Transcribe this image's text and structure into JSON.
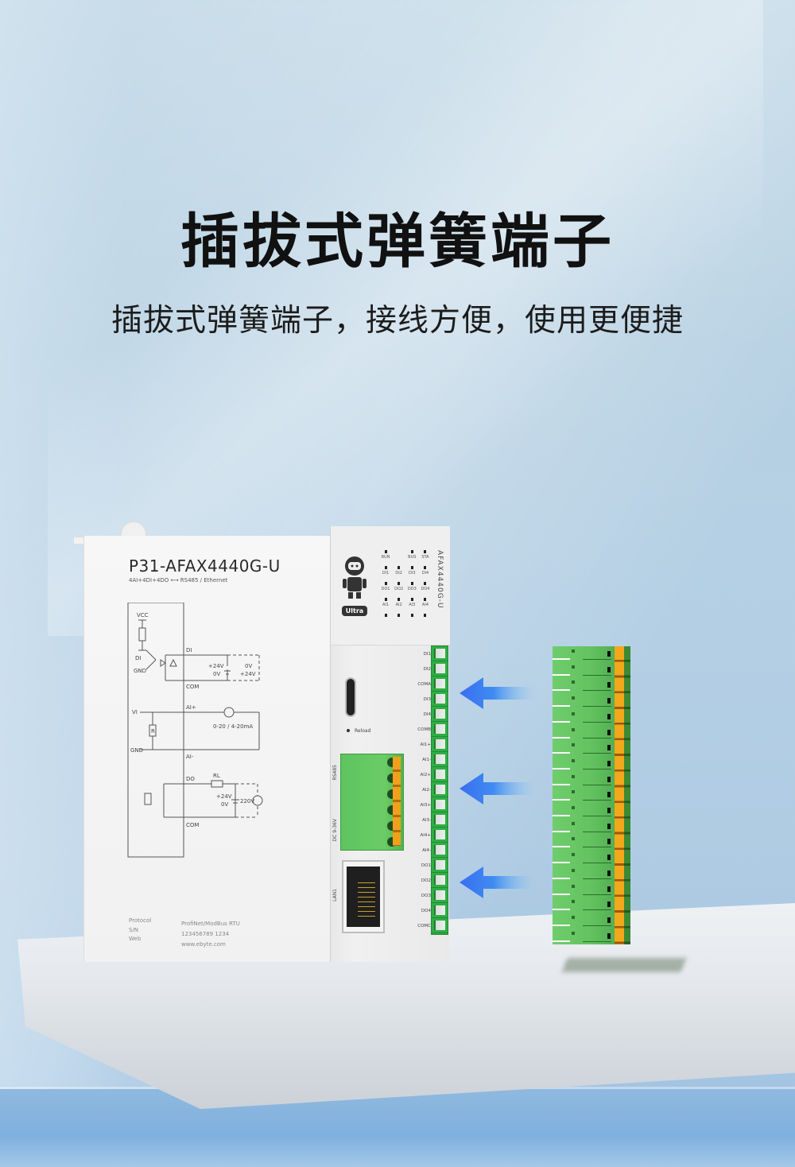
{
  "headline": "插拔式弹簧端子",
  "subline": "插拔式弹簧端子，接线方便，使用更便捷",
  "device": {
    "model": "P31-AFAX4440G-U",
    "model_subtitle": "4AI+4DI+4DO ⟷ RS485 / Ethernet",
    "side_model": "AFAX4440G-U",
    "brand_badge": "Ultra",
    "reload_label": "Reload",
    "rs485_label": "RS485",
    "dc_label": "DC 9-36V",
    "lan_label": "LAN1",
    "led_rows": [
      [
        "RUN",
        "",
        "BUS",
        "STA"
      ],
      [
        "DI1",
        "DI2",
        "DI3",
        "DI4"
      ],
      [
        "DO1",
        "DO2",
        "DO3",
        "DO4"
      ],
      [
        "AI1",
        "AI2",
        "AI3",
        "AI4"
      ],
      [
        "",
        "",
        "",
        ""
      ]
    ],
    "terminal_labels": [
      "DI1",
      "DI2",
      "COMA",
      "DI3",
      "DI4",
      "COMB",
      "AI1+",
      "AI1-",
      "AI2+",
      "AI2-",
      "AI3+",
      "AI3-",
      "AI4+",
      "AI4-",
      "DO1",
      "DO2",
      "DO3",
      "DO4",
      "COMC"
    ],
    "schematic": {
      "di": {
        "vcc": "VCC",
        "di": "DI",
        "gnd": "GND",
        "pin": "DI",
        "com": "COM",
        "v24a": "+24V",
        "v0a": "0V",
        "v0b": "0V",
        "v24b": "+24V"
      },
      "ai": {
        "vi": "VI",
        "gnd": "GND",
        "r": "R",
        "ai_plus": "AI+",
        "ai_minus": "AI-",
        "range": "0-20 / 4-20mA"
      },
      "do": {
        "do": "DO",
        "rl": "RL",
        "com": "COM",
        "v24": "+24V",
        "v0": "0V",
        "ac": "220V"
      }
    },
    "info": [
      {
        "key": "Protocol",
        "value": "ProfiNet/ModBus RTU"
      },
      {
        "key": "S/N",
        "value": "123456789 1234"
      },
      {
        "key": "Web",
        "value": "www.ebyte.com"
      }
    ]
  },
  "connector": {
    "pins": 19
  },
  "colors": {
    "terminal_green": "#63c35f",
    "spring_orange": "#f3a71a",
    "arrow_blue": "#3d7cf0",
    "background": "#b4cfe4"
  }
}
